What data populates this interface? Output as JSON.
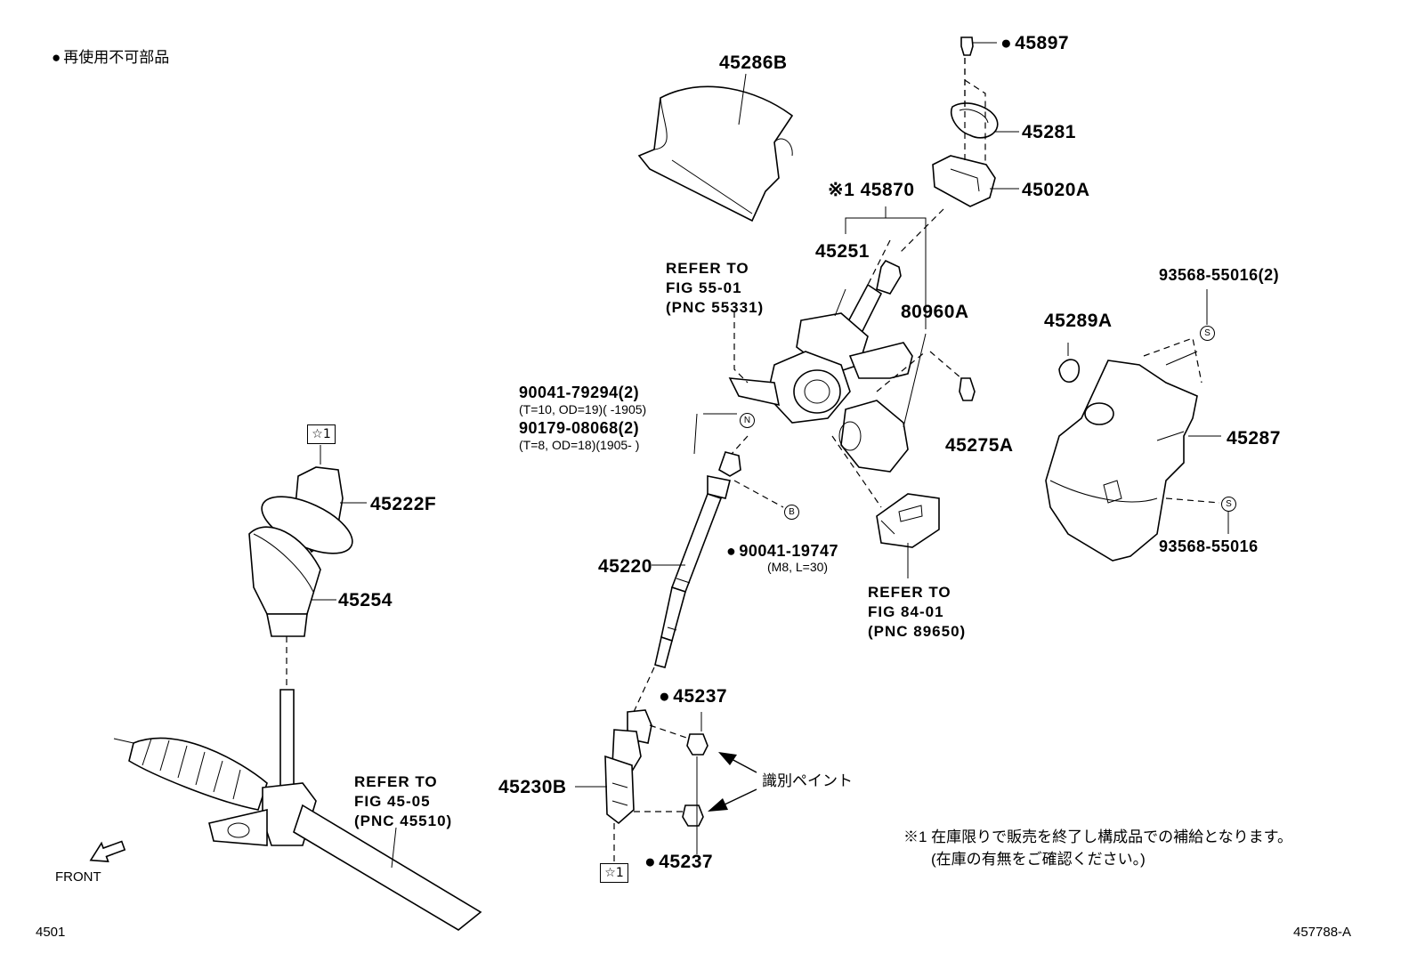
{
  "legend": {
    "text": "再使用不可部品"
  },
  "parts": {
    "p45286B": "45286B",
    "p45897": "45897",
    "p45281": "45281",
    "p45020A": "45020A",
    "p45870": "※1 45870",
    "p45251": "45251",
    "p80960A": "80960A",
    "p45275A": "45275A",
    "p45289A": "45289A",
    "p45287": "45287",
    "p93568_2": "93568-55016(2)",
    "p93568": "93568-55016",
    "p45222F": "45222F",
    "p45254": "45254",
    "p45220": "45220",
    "p90041_19747": "90041-19747",
    "p90041_19747_spec": "(M8, L=30)",
    "p90041_79294": "90041-79294(2)",
    "p90041_79294_spec": "(T=10, OD=19)(        -1905)",
    "p90179": "90179-08068(2)",
    "p90179_spec": "(T=8, OD=18)(1905-        )",
    "p45237_top": "45237",
    "p45237_bot": "45237",
    "p45230B": "45230B"
  },
  "refs": {
    "ref55": [
      "REFER TO",
      "FIG 55-01",
      "(PNC 55331)"
    ],
    "ref84": [
      "REFER TO",
      "FIG 84-01",
      "(PNC 89650)"
    ],
    "ref45": [
      "REFER TO",
      "FIG 45-05",
      "(PNC 45510)"
    ]
  },
  "markers": {
    "star1_top": "☆1",
    "star1_bot": "☆1",
    "N": "N",
    "B": "B",
    "S1": "S",
    "S2": "S"
  },
  "paint": "識別ペイント",
  "front": "FRONT",
  "footnote": {
    "line1": "※1 在庫限りで販売を終了し構成品での補給となります。",
    "line2": "(在庫の有無をご確認ください。)"
  },
  "footer": {
    "left": "4501",
    "right": "457788-A"
  }
}
